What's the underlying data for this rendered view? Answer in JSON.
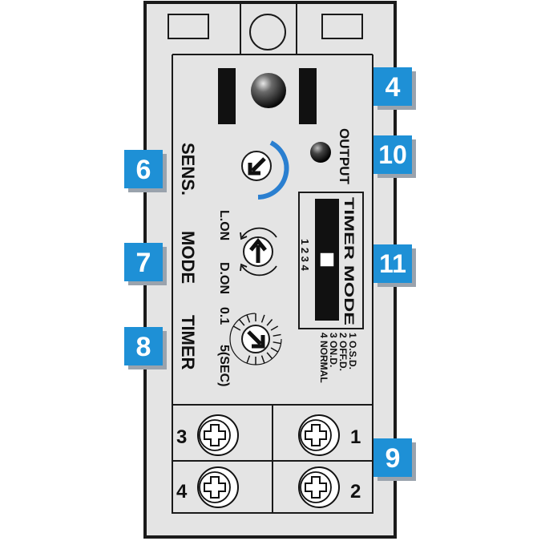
{
  "labels": {
    "sens": "SENS.",
    "mode": "MODE",
    "timer": "TIMER",
    "output": "OUTPUT",
    "timer_mode": "TIMER MODE",
    "light_on": "L.ON",
    "dark_on": "D.ON",
    "time_min": "0.1",
    "time_max": "5(SEC)",
    "dip_positions": "1 2 3 4",
    "timer_options": [
      "1 O.S.D.",
      "2 OFF.D.",
      "3 ON.D.",
      "4 NORMAL"
    ]
  },
  "terminals": [
    "1",
    "2",
    "3",
    "4"
  ],
  "callouts": [
    "4",
    "6",
    "7",
    "8",
    "9",
    "10",
    "11"
  ],
  "colors": {
    "panel": "#e4e4e4",
    "outline": "#1a1a1a",
    "badge_blue": "#1e90d6",
    "badge_shadow": "#9aa3ad",
    "arc_blue": "#2a7fd0"
  }
}
